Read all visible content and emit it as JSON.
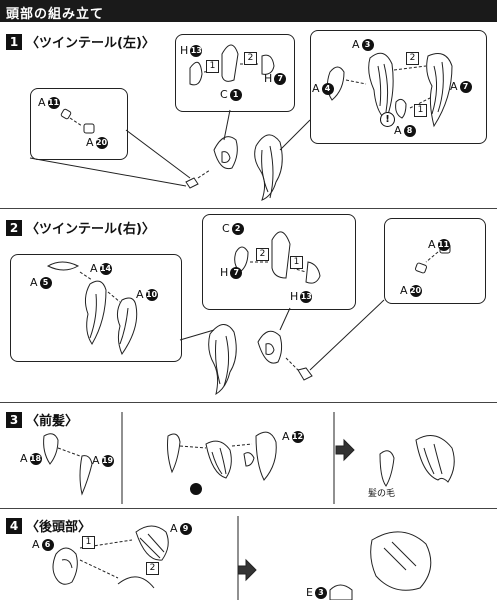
{
  "header": {
    "title": "頭部の組み立て"
  },
  "steps": [
    {
      "number": "1",
      "title": "〈ツインテール(左)〉"
    },
    {
      "number": "2",
      "title": "〈ツインテール(右)〉"
    },
    {
      "number": "3",
      "title": "〈前髪〉"
    },
    {
      "number": "4",
      "title": "〈後頭部〉"
    }
  ],
  "parts": {
    "a11": {
      "letter": "A",
      "num": "11"
    },
    "a20": {
      "letter": "A",
      "num": "20"
    },
    "h13": {
      "letter": "H",
      "num": "13"
    },
    "h7": {
      "letter": "H",
      "num": "7"
    },
    "c1": {
      "letter": "C",
      "num": "1"
    },
    "c2": {
      "letter": "C",
      "num": "2"
    },
    "a3": {
      "letter": "A",
      "num": "3"
    },
    "a4": {
      "letter": "A",
      "num": "4"
    },
    "a7": {
      "letter": "A",
      "num": "7"
    },
    "a8": {
      "letter": "A",
      "num": "8"
    },
    "a5": {
      "letter": "A",
      "num": "5"
    },
    "a14": {
      "letter": "A",
      "num": "14"
    },
    "a10": {
      "letter": "A",
      "num": "10"
    },
    "a18": {
      "letter": "A",
      "num": "18"
    },
    "a19": {
      "letter": "A",
      "num": "19"
    },
    "a12": {
      "letter": "A",
      "num": "12"
    },
    "a6": {
      "letter": "A",
      "num": "6"
    },
    "a9": {
      "letter": "A",
      "num": "9"
    },
    "e3": {
      "letter": "E",
      "num": "3"
    }
  },
  "substeps": {
    "one": "1",
    "two": "2"
  },
  "warning": "!",
  "hair_label": "髪の毛"
}
